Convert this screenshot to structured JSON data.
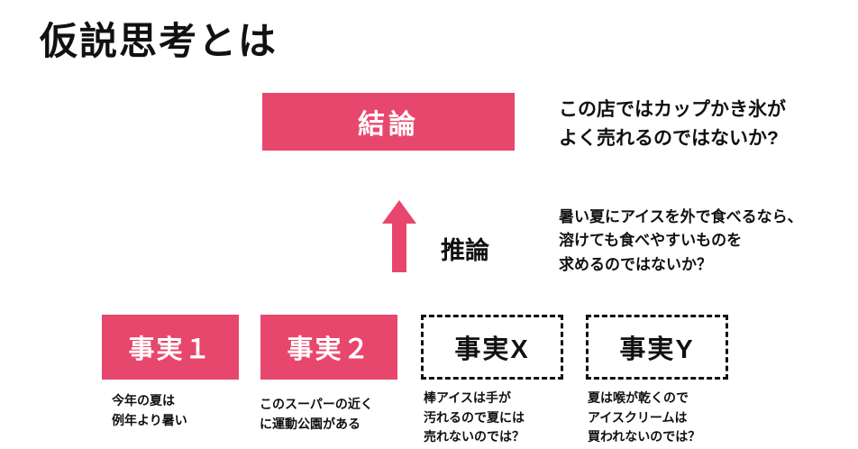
{
  "title": "仮説思考とは",
  "colors": {
    "accent_pink": "#e8476d",
    "text": "#111111",
    "background": "#ffffff"
  },
  "conclusion": {
    "label": "結論",
    "note": "この店ではカップかき氷が\nよく売れるのではないか?"
  },
  "inference": {
    "label": "推論",
    "note": "暑い夏にアイスを外で食べるなら、\n溶けても食べやすいものを\n求めるのではないか？"
  },
  "facts": [
    {
      "label": "事実１",
      "style": "solid-pink",
      "note": "今年の夏は\n例年より暑い"
    },
    {
      "label": "事実２",
      "style": "solid-pink",
      "note": "このスーパーの近く\nに運動公園がある"
    },
    {
      "label": "事実X",
      "style": "dashed",
      "note": "棒アイスは手が\n汚れるので夏には\n売れないのでは？"
    },
    {
      "label": "事実Y",
      "style": "dashed",
      "note": "夏は喉が乾くので\nアイスクリームは\n買われないのでは？"
    }
  ]
}
